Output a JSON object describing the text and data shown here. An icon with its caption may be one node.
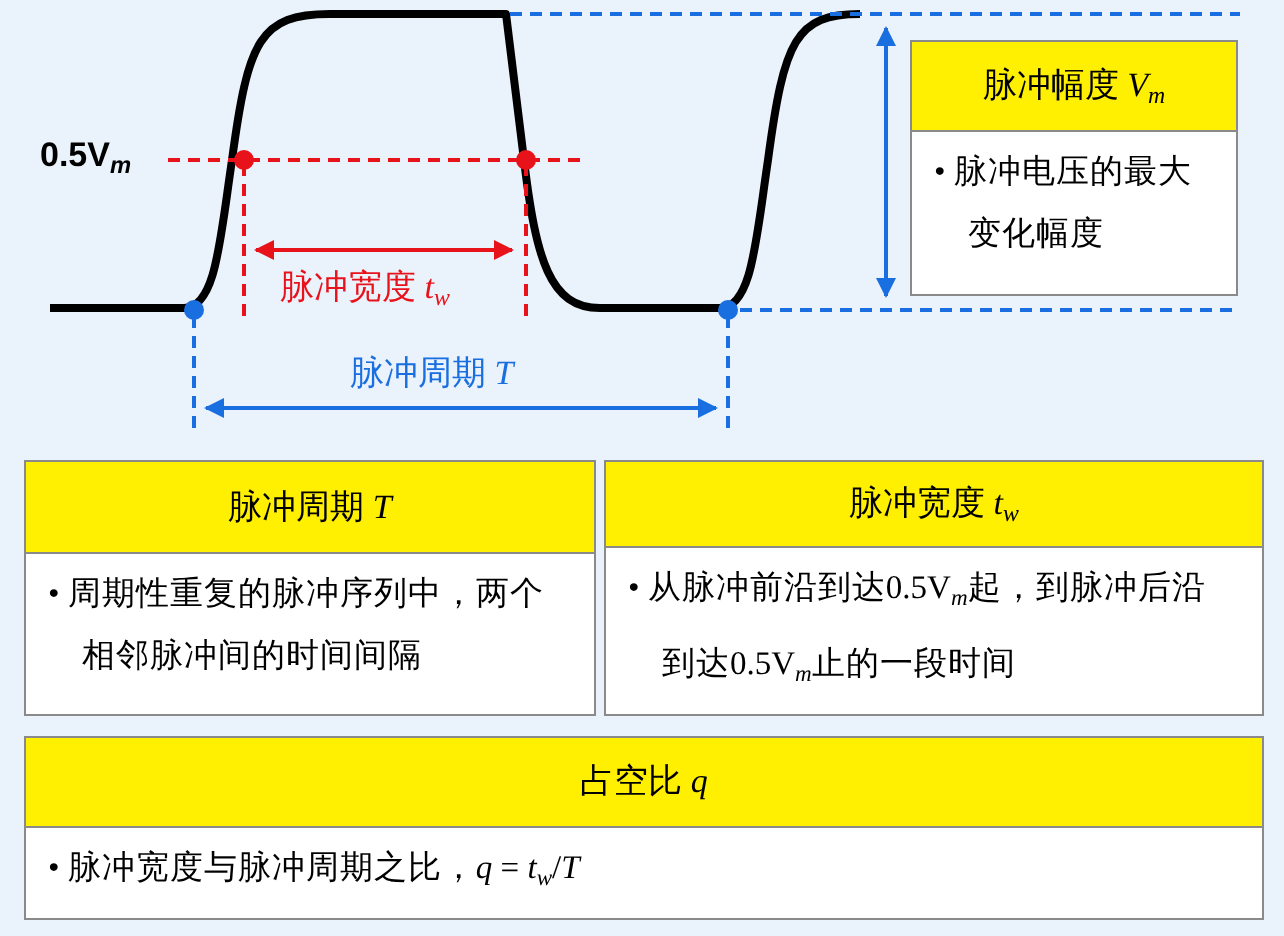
{
  "diagram": {
    "nodes": [
      {
        "text": [
          "脉冲幅度 *V*$_{m}$",
          "• 脉冲电压的最大变化幅度"
        ]
      },
      {
        "text": [
          "脉冲周期 *T*",
          "• 周期性重复的脉冲序列中，两个相邻脉冲间的时间间隔"
        ]
      },
      {
        "text": [
          "脉冲宽度 *t*$_{w}$",
          "• 从脉冲前沿到达0.5V$_{m}$起，到脉冲后沿到达0.5V$_{m}$止的一段时间"
        ]
      },
      {
        "text": [
          "占空比 *q*",
          "• 脉冲宽度与脉冲周期之比，*q* = *t*$_{w}$/*T*"
        ]
      }
    ],
    "labels": [
      "0.5V$_{m}$",
      "脉冲宽度 *t*$_{w}$",
      "脉冲周期 *T*"
    ]
  }
}
